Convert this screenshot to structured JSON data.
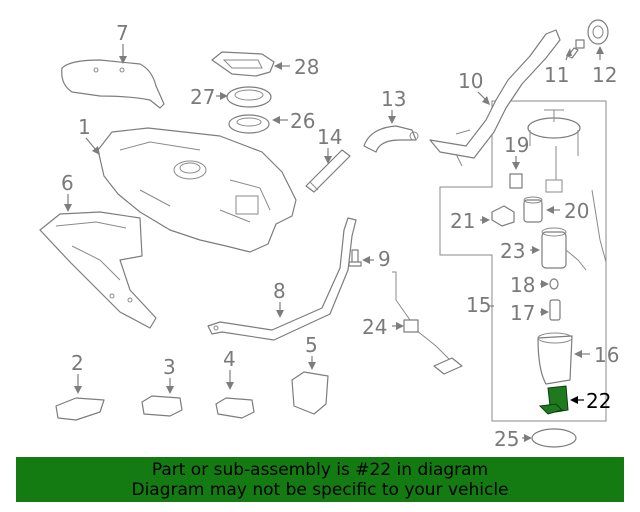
{
  "callouts": {
    "c1": "1",
    "c2": "2",
    "c3": "3",
    "c4": "4",
    "c5": "5",
    "c6": "6",
    "c7": "7",
    "c8": "8",
    "c9": "9",
    "c10": "10",
    "c11": "11",
    "c12": "12",
    "c13": "13",
    "c14": "14",
    "c15": "15",
    "c16": "16",
    "c17": "17",
    "c18": "18",
    "c19": "19",
    "c20": "20",
    "c21": "21",
    "c22": "22",
    "c23": "23",
    "c24": "24",
    "c25": "25",
    "c26": "26",
    "c27": "27",
    "c28": "28"
  },
  "highlighted_part": "22",
  "banner": {
    "line1": "Part or sub-assembly is #22 in diagram",
    "line2": "Diagram may not be specific to your vehicle"
  },
  "colors": {
    "banner_bg": "#147a12",
    "highlight": "#1f7a1f",
    "line": "#7d7d7d"
  }
}
